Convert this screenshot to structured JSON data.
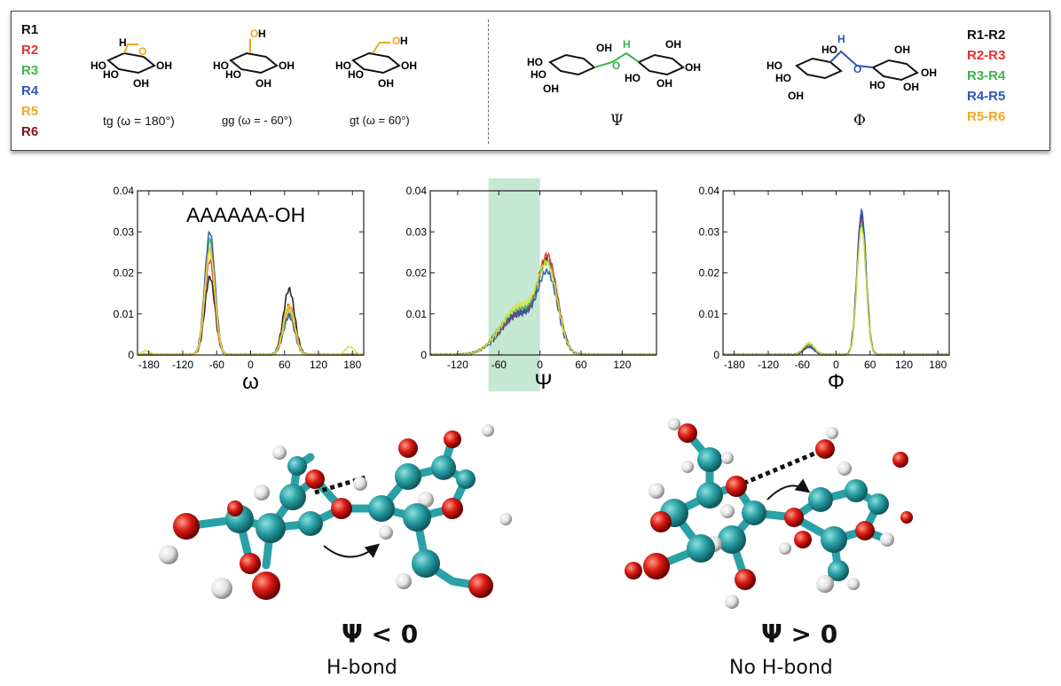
{
  "residues": [
    {
      "label": "R1",
      "color": "#111111"
    },
    {
      "label": "R2",
      "color": "#e8312f"
    },
    {
      "label": "R3",
      "color": "#3cb54a"
    },
    {
      "label": "R4",
      "color": "#2e56b4"
    },
    {
      "label": "R5",
      "color": "#f5a623"
    },
    {
      "label": "R6",
      "color": "#7a1414"
    }
  ],
  "pairs": [
    {
      "label": "R1-R2",
      "color": "#111111"
    },
    {
      "label": "R2-R3",
      "color": "#e8312f"
    },
    {
      "label": "R3-R4",
      "color": "#3cb54a"
    },
    {
      "label": "R4-R5",
      "color": "#2e56b4"
    },
    {
      "label": "R5-R6",
      "color": "#f5a623"
    }
  ],
  "conformers": [
    {
      "caption": "tg (ω = 180°)"
    },
    {
      "caption": "gg (ω = - 60°)"
    },
    {
      "caption": "gt (ω = 60°)"
    }
  ],
  "dimers": [
    {
      "caption": "Ψ"
    },
    {
      "caption": "Φ"
    }
  ],
  "mol_labels": {
    "OH": "OH",
    "HO": "HO",
    "O": "O",
    "H": "H"
  },
  "chart_data": [
    {
      "type": "line",
      "annotation": "AAAAAA-OH",
      "xlabel": "ω",
      "xlim": [
        -200,
        200
      ],
      "ylim": [
        0,
        0.04
      ],
      "xticks": [
        -180,
        -120,
        -60,
        0,
        60,
        120,
        180
      ],
      "yticks": [
        0,
        0.01,
        0.02,
        0.03,
        0.04
      ],
      "series": [
        {
          "color": "#111111",
          "peaks": [
            [
              -72,
              0.019,
              9
            ],
            [
              68,
              0.016,
              10
            ]
          ]
        },
        {
          "color": "#e8312f",
          "peaks": [
            [
              -72,
              0.023,
              9
            ],
            [
              68,
              0.012,
              10
            ]
          ]
        },
        {
          "color": "#3cb54a",
          "peaks": [
            [
              -72,
              0.028,
              9
            ],
            [
              68,
              0.01,
              10
            ]
          ]
        },
        {
          "color": "#2e56b4",
          "peaks": [
            [
              -72,
              0.03,
              9
            ],
            [
              68,
              0.0095,
              10
            ]
          ]
        },
        {
          "color": "#f5a623",
          "peaks": [
            [
              -72,
              0.026,
              9
            ],
            [
              68,
              0.011,
              10
            ]
          ]
        },
        {
          "color": "#dde13a",
          "peaks": [
            [
              -72,
              0.025,
              9
            ],
            [
              68,
              0.012,
              10
            ],
            [
              175,
              0.002,
              8
            ],
            [
              -185,
              0.001,
              8
            ]
          ]
        }
      ]
    },
    {
      "type": "line",
      "xlabel": "Ψ",
      "xlim": [
        -160,
        170
      ],
      "ylim": [
        0,
        0.04
      ],
      "xticks": [
        -120,
        -60,
        0,
        60,
        120
      ],
      "yticks": [
        0,
        0.01,
        0.02,
        0.03,
        0.04
      ],
      "highlight": [
        -75,
        0
      ],
      "series": [
        {
          "color": "#111111",
          "peaks": [
            [
              12,
              0.02,
              14
            ],
            [
              -30,
              0.01,
              28
            ]
          ]
        },
        {
          "color": "#e8312f",
          "peaks": [
            [
              12,
              0.021,
              14
            ],
            [
              -30,
              0.01,
              28
            ]
          ]
        },
        {
          "color": "#3cb54a",
          "peaks": [
            [
              12,
              0.019,
              14
            ],
            [
              -30,
              0.011,
              28
            ]
          ]
        },
        {
          "color": "#2e56b4",
          "peaks": [
            [
              12,
              0.017,
              14
            ],
            [
              -30,
              0.01,
              28
            ]
          ]
        },
        {
          "color": "#dde13a",
          "peaks": [
            [
              12,
              0.018,
              14
            ],
            [
              -28,
              0.012,
              28
            ]
          ]
        }
      ]
    },
    {
      "type": "line",
      "xlabel": "Φ",
      "xlim": [
        -200,
        200
      ],
      "ylim": [
        0,
        0.04
      ],
      "xticks": [
        -180,
        -120,
        -60,
        0,
        60,
        120,
        180
      ],
      "yticks": [
        0,
        0.01,
        0.02,
        0.03,
        0.04
      ],
      "series": [
        {
          "color": "#111111",
          "peaks": [
            [
              45,
              0.034,
              8
            ],
            [
              -48,
              0.002,
              10
            ]
          ]
        },
        {
          "color": "#e8312f",
          "peaks": [
            [
              45,
              0.033,
              8
            ],
            [
              -48,
              0.002,
              10
            ]
          ]
        },
        {
          "color": "#3cb54a",
          "peaks": [
            [
              45,
              0.032,
              8
            ],
            [
              -48,
              0.0025,
              10
            ]
          ]
        },
        {
          "color": "#2e56b4",
          "peaks": [
            [
              45,
              0.035,
              8
            ],
            [
              -48,
              0.002,
              10
            ]
          ]
        },
        {
          "color": "#dde13a",
          "peaks": [
            [
              45,
              0.031,
              8
            ],
            [
              -48,
              0.003,
              10
            ]
          ]
        }
      ]
    }
  ],
  "panels": [
    {
      "title": "Ψ < 0",
      "subtitle": "H-bond"
    },
    {
      "title": "Ψ > 0",
      "subtitle": "No H-bond"
    }
  ]
}
